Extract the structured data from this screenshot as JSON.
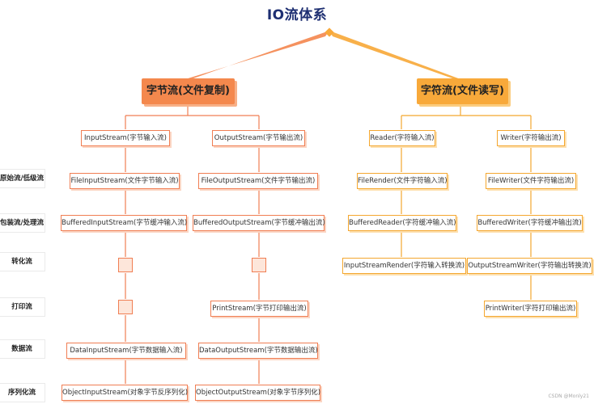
{
  "title": "IO流体系",
  "byte_stream": {
    "label": "字节流(文件复制)",
    "input_root": "InputStream(字节输入流)",
    "output_root": "OutputStream(字节输出流)",
    "file_input": "FileInputStream(文件字节输入流)",
    "file_output": "FileOutputStream(文件字节输出流)",
    "buffered_input": "BufferedInputStream(字节缓冲输入流)",
    "buffered_output": "BufferedOutputStream(字节缓冲输出流)",
    "print_output": "PrintStream(字节打印输出流)",
    "data_input": "DataInputStream(字节数据输入流)",
    "data_output": "DataOutputStream(字节数据输出流)",
    "object_input": "ObjectInputStream(对象字节反序列化)",
    "object_output": "ObjectOutputStream(对象字节序列化)"
  },
  "char_stream": {
    "label": "字符流(文件读写)",
    "reader_root": "Reader(字符输入流)",
    "writer_root": "Writer(字符输出流)",
    "file_reader": "FileRender(文件字符输入流)",
    "file_writer": "FileWriter(文件字符输出流)",
    "buffered_reader": "BufferedReader(字符缓冲输入流)",
    "buffered_writer": "BufferedWriter(字符缓冲输出流)",
    "convert_reader": "InputStreamRender(字符输入转换流)",
    "convert_writer": "OutputStreamWriter(字符输出转换流)",
    "print_writer": "PrintWriter(字符打印输出流)"
  },
  "row_labels": {
    "raw": "原始流/低级流",
    "wrapper": "包装流/处理流",
    "convert": "转化流",
    "print": "打印流",
    "data": "数据流",
    "serial": "序列化流"
  },
  "watermark": "CSDN @Monly21",
  "colors": {
    "byte": "#f07e53",
    "char": "#f4a72f",
    "title": "#1e2f72"
  }
}
